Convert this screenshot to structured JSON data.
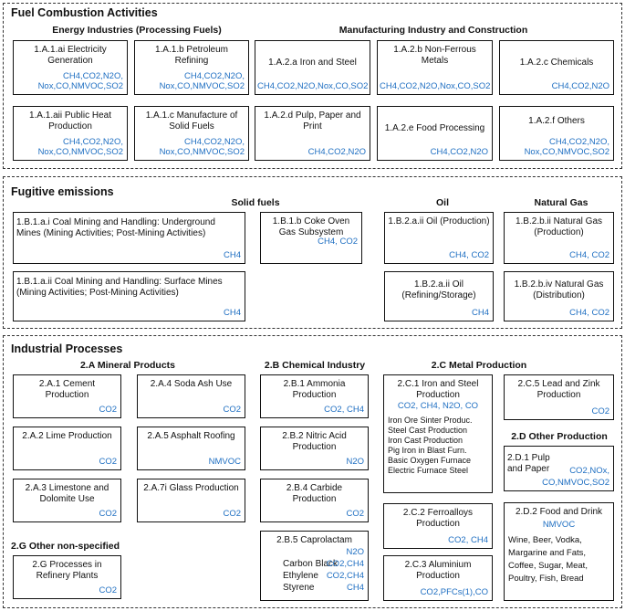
{
  "fuel": {
    "title": "Fuel Combustion Activities",
    "energy_group": "Energy Industries (Processing Fuels)",
    "manuf_group": "Manufacturing Industry and Construction",
    "b1": {
      "label": "1.A.1.ai  Electricity Generation",
      "gas1": "CH4,CO2,N2O,",
      "gas2": "Nox,CO,NMVOC,SO2"
    },
    "b2": {
      "label": "1.A.1.b  Petroleum Refining",
      "gas1": "CH4,CO2,N2O,",
      "gas2": "Nox,CO,NMVOC,SO2"
    },
    "b3": {
      "label": "1.A.2.a  Iron and Steel",
      "gas": "CH4,CO2,N2O,Nox,CO,SO2"
    },
    "b4": {
      "label": "1.A.2.b  Non-Ferrous Metals",
      "gas": "CH4,CO2,N2O,Nox,CO,SO2"
    },
    "b5": {
      "label": "1.A.2.c  Chemicals",
      "gas": "CH4,CO2,N2O"
    },
    "b6": {
      "label": "1.A.1.aii  Public Heat Production",
      "gas1": "CH4,CO2,N2O,",
      "gas2": "Nox,CO,NMVOC,SO2"
    },
    "b7": {
      "label": "1.A.1.c  Manufacture of Solid Fuels",
      "gas1": "CH4,CO2,N2O,",
      "gas2": "Nox,CO,NMVOC,SO2"
    },
    "b8": {
      "label": "1.A.2.d Pulp, Paper and Print",
      "gas": "CH4,CO2,N2O"
    },
    "b9": {
      "label": "1.A.2.e  Food Processing",
      "gas": "CH4,CO2,N2O"
    },
    "b10": {
      "label": "1.A.2.f  Others",
      "gas1": "CH4,CO2,N2O,",
      "gas2": "Nox,CO,NMVOC,SO2"
    }
  },
  "fugitive": {
    "title": "Fugitive emissions",
    "solid_group": "Solid fuels",
    "oil_group": "Oil",
    "gas_group": "Natural Gas",
    "b1": {
      "label": "1.B.1.a.i  Coal Mining and Handling: Underground Mines (Mining Activities; Post-Mining Activities)",
      "gas": "CH4"
    },
    "b2": {
      "label": "1.B.1.b  Coke Oven Gas Subsystem",
      "gas": "CH4, CO2"
    },
    "b3": {
      "label": "1.B.2.a.ii  Oil (Production)",
      "gas": "CH4, CO2"
    },
    "b4": {
      "label": "1.B.2.b.ii  Natural Gas (Production)",
      "gas": "CH4, CO2"
    },
    "b5": {
      "label": "1.B.1.a.ii  Coal Mining and Handling: Surface Mines (Mining Activities; Post-Mining Activities)",
      "gas": "CH4"
    },
    "b6": {
      "label": "1.B.2.a.ii  Oil (Refining/Storage)",
      "gas": "CH4"
    },
    "b7": {
      "label": "1.B.2.b.iv  Natural Gas (Distribution)",
      "gas": "CH4, CO2"
    }
  },
  "industrial": {
    "title": "Industrial Processes",
    "mineral_group": "2.A Mineral Products",
    "chemical_group": "2.B Chemical Industry",
    "metal_group": "2.C  Metal Production",
    "other_prod_group": "2.D  Other Production",
    "nonspec_group": "2.G  Other non-specified",
    "a1": {
      "label": "2.A.1  Cement Production",
      "gas": "CO2"
    },
    "a4": {
      "label": "2.A.4  Soda Ash Use",
      "gas": "CO2"
    },
    "a2": {
      "label": "2.A.2  Lime Production",
      "gas": "CO2"
    },
    "a5": {
      "label": "2.A.5  Asphalt Roofing",
      "gas": "NMVOC"
    },
    "a3": {
      "label": "2.A.3  Limestone and Dolomite Use",
      "gas": "CO2"
    },
    "a7": {
      "label": "2.A.7i  Glass Production",
      "gas": "CO2"
    },
    "g": {
      "label": "2.G  Processes in Refinery Plants",
      "gas": "CO2"
    },
    "b1": {
      "label": "2.B.1  Ammonia Production",
      "gas": "CO2, CH4"
    },
    "b2": {
      "label": "2.B.2  Nitric Acid Production",
      "gas": "N2O"
    },
    "b4": {
      "label": "2.B.4  Carbide Production",
      "gas": "CO2"
    },
    "b5": {
      "label": "2.B.5  Caprolactam",
      "gas_top": "N2O",
      "rows": [
        {
          "name": "Carbon Black",
          "gas": "CO2,CH4"
        },
        {
          "name": "Ethylene",
          "gas": "CO2,CH4"
        },
        {
          "name": "Styrene",
          "gas": "CH4"
        }
      ]
    },
    "c1": {
      "label": "2.C.1  Iron and Steel Production",
      "gas": "CO2, CH4, N2O, CO",
      "details": [
        "Iron Ore Sinter Produc.",
        "Steel Cast Production",
        "Iron Cast Production",
        "Pig Iron in Blast Furn.",
        "Basic Oxygen Furnace",
        "Electric Furnace Steel"
      ]
    },
    "c5": {
      "label": "2.C.5  Lead and Zink Production",
      "gas": "CO2"
    },
    "c2": {
      "label": "2.C.2  Ferroalloys Production",
      "gas": "CO2, CH4"
    },
    "c3": {
      "label": "2.C.3  Aluminium Production",
      "gas": "CO2,PFCs(1),CO"
    },
    "d1": {
      "label": "2.D.1  Pulp and Paper",
      "gas1": "CO2,NOx,",
      "gas2": "CO,NMVOC,SO2"
    },
    "d2": {
      "label": "2.D.2  Food and Drink",
      "gas": "NMVOC",
      "details": [
        "Wine, Beer, Vodka,",
        "Margarine and Fats,",
        "Coffee, Sugar, Meat,",
        "Poultry, Fish, Bread"
      ]
    }
  },
  "colors": {
    "gas_text": "#1f6fc2",
    "border": "#111111",
    "dashed_border": "#333333"
  }
}
